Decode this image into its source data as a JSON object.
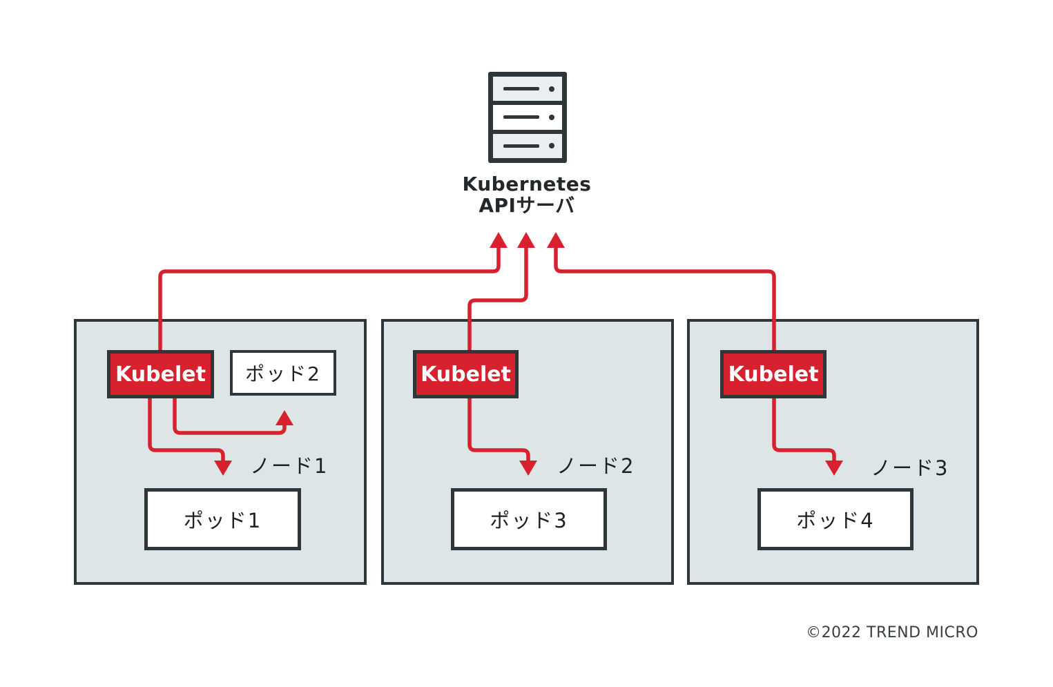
{
  "title": {
    "line1": "Kubernetes",
    "line2": "APIサーバ"
  },
  "api_server_icon": "server-stack-icon",
  "nodes": [
    {
      "label": "ノード1",
      "kubelet_label": "Kubelet",
      "pod_main_label": "ポッド1",
      "pod_side_label": "ポッド2"
    },
    {
      "label": "ノード2",
      "kubelet_label": "Kubelet",
      "pod_main_label": "ポッド3"
    },
    {
      "label": "ノード3",
      "kubelet_label": "Kubelet",
      "pod_main_label": "ポッド4"
    }
  ],
  "connections": [
    "kubelet-node1-to-api-server",
    "kubelet-node2-to-api-server",
    "kubelet-node3-to-api-server",
    "kubelet-node1-to-pod1",
    "kubelet-node1-to-pod2",
    "kubelet-node2-to-pod3",
    "kubelet-node3-to-pod4"
  ],
  "footer": {
    "copyright": "©2022 TREND MICRO"
  },
  "colors": {
    "accent_red": "#d7212e",
    "node_fill": "#dde5e6",
    "border_dark": "#2f3639",
    "background": "#ffffff"
  }
}
